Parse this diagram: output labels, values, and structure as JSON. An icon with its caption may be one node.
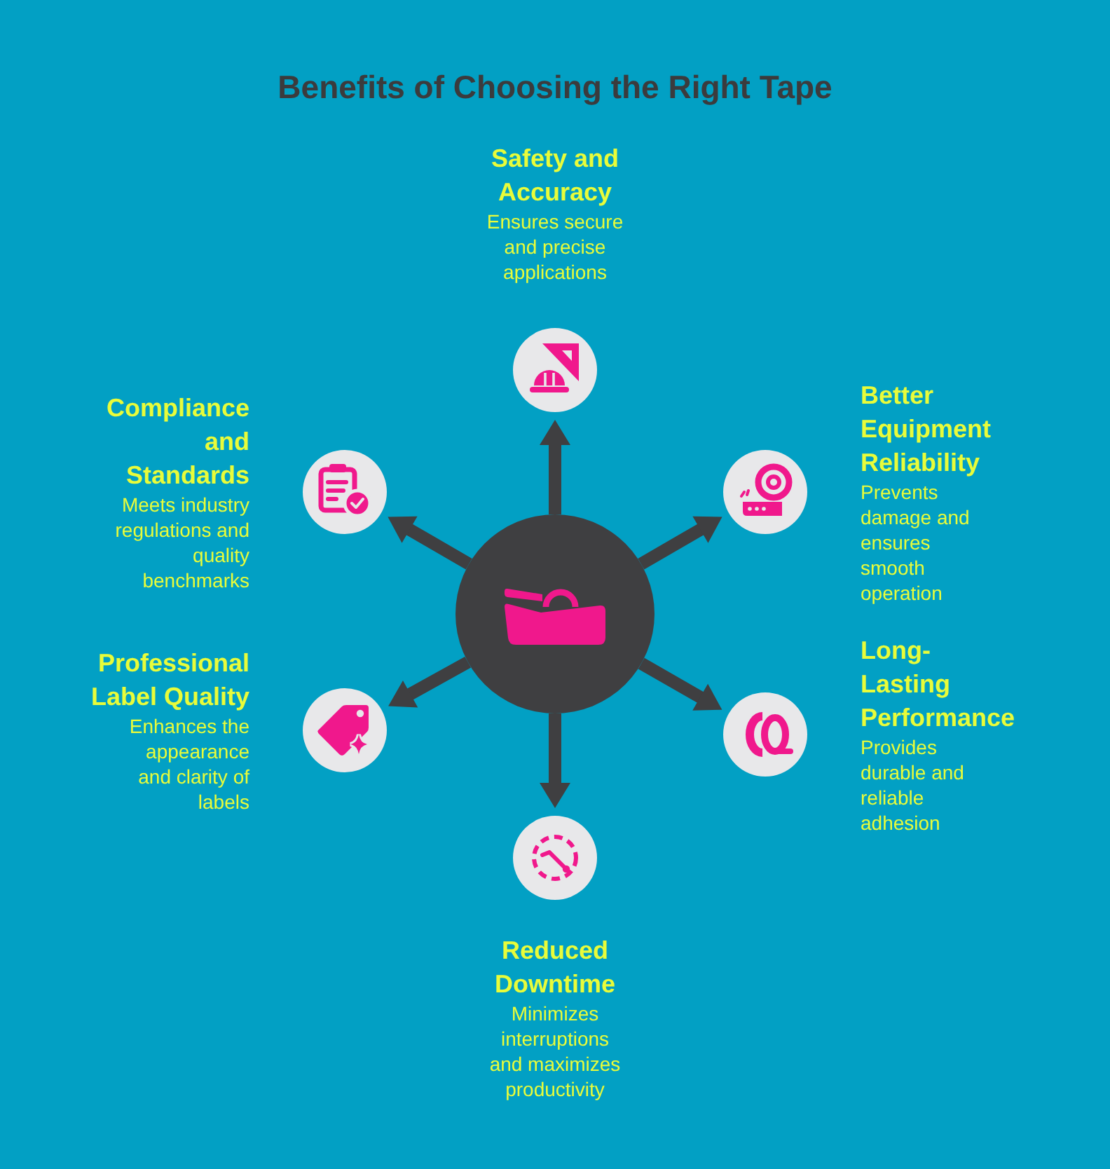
{
  "diagram": {
    "title": "Benefits of Choosing the Right Tape",
    "nodes": [
      {
        "text": [
          "Safety and Accuracy",
          "Ensures secure and precise applications"
        ]
      },
      {
        "text": [
          "Compliance and Standards",
          "Meets industry regulations and quality benchmarks"
        ]
      },
      {
        "text": [
          "Better Equipment Reliability",
          "Prevents damage and ensures smooth operation"
        ]
      },
      {
        "text": [],
        "shape": "circle"
      },
      {
        "text": [
          "Professional Label Quality",
          "Enhances the appearance and clarity of labels"
        ]
      },
      {
        "text": [
          "Long-Lasting Performance",
          "Provides durable and reliable adhesion"
        ]
      },
      {
        "text": [
          "Reduced Downtime",
          "Minimizes interruptions and maximizes productivity"
        ]
      }
    ],
    "edges": [
      {
        "from": 3,
        "to": 0,
        "arrow": "to"
      },
      {
        "from": 3,
        "to": 2,
        "arrow": "to"
      },
      {
        "from": 3,
        "to": 5,
        "arrow": "to"
      },
      {
        "from": 3,
        "to": 6,
        "arrow": "to"
      },
      {
        "from": 3,
        "to": 4,
        "arrow": "to"
      },
      {
        "from": 3,
        "to": 1,
        "arrow": "to"
      }
    ]
  }
}
